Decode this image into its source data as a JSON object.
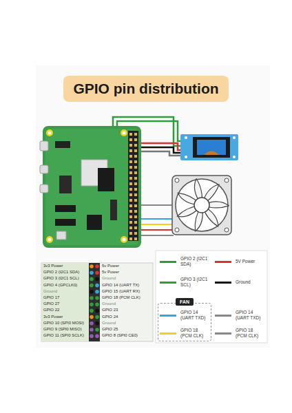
{
  "diagram": {
    "title": "GPIO pin distribution",
    "nodes": [
      {
        "text": [
          "FAN"
        ]
      }
    ],
    "labels": [
      "3v3 Power",
      "GPIO 2 (I2C1 SDA)",
      "GPIO 3 (I2C1 SCL)",
      "GPIO 4 (GPCLK0)",
      "Ground",
      "GPIO 17",
      "GPIO 27",
      "GPIO 22",
      "3v3 Power",
      "GPIO 10 (SPI0 MOSI)",
      "GPIO 9 (SPI0 MISO)",
      "GPIO 11 (SPI0 SCLK)",
      "5v Power",
      "5v Power",
      "Ground",
      "GPIO 14 (UART TX)",
      "GPIO 15 (UART RX)",
      "GPIO 18 (PCM CLK)",
      "Ground",
      "GPIO 23",
      "GPIO 24",
      "Ground",
      "GPIO 25",
      "GPIO 8 (SPI0 CE0)"
    ],
    "legend": [
      {
        "text": "GPIO 2 (I2C1 SDA)"
      },
      {
        "text": "5V Power"
      },
      {
        "text": "GPIO 3 (I2C1 SCL)"
      },
      {
        "text": "Ground"
      },
      {
        "text": "GPIO 14 (UART TXD)"
      },
      {
        "text": "GPIO 18 (PCM CLK)"
      },
      {
        "text": "GPIO 14 (UART TXD)"
      },
      {
        "text": "GPIO 18 (PCM CLK)"
      }
    ]
  }
}
